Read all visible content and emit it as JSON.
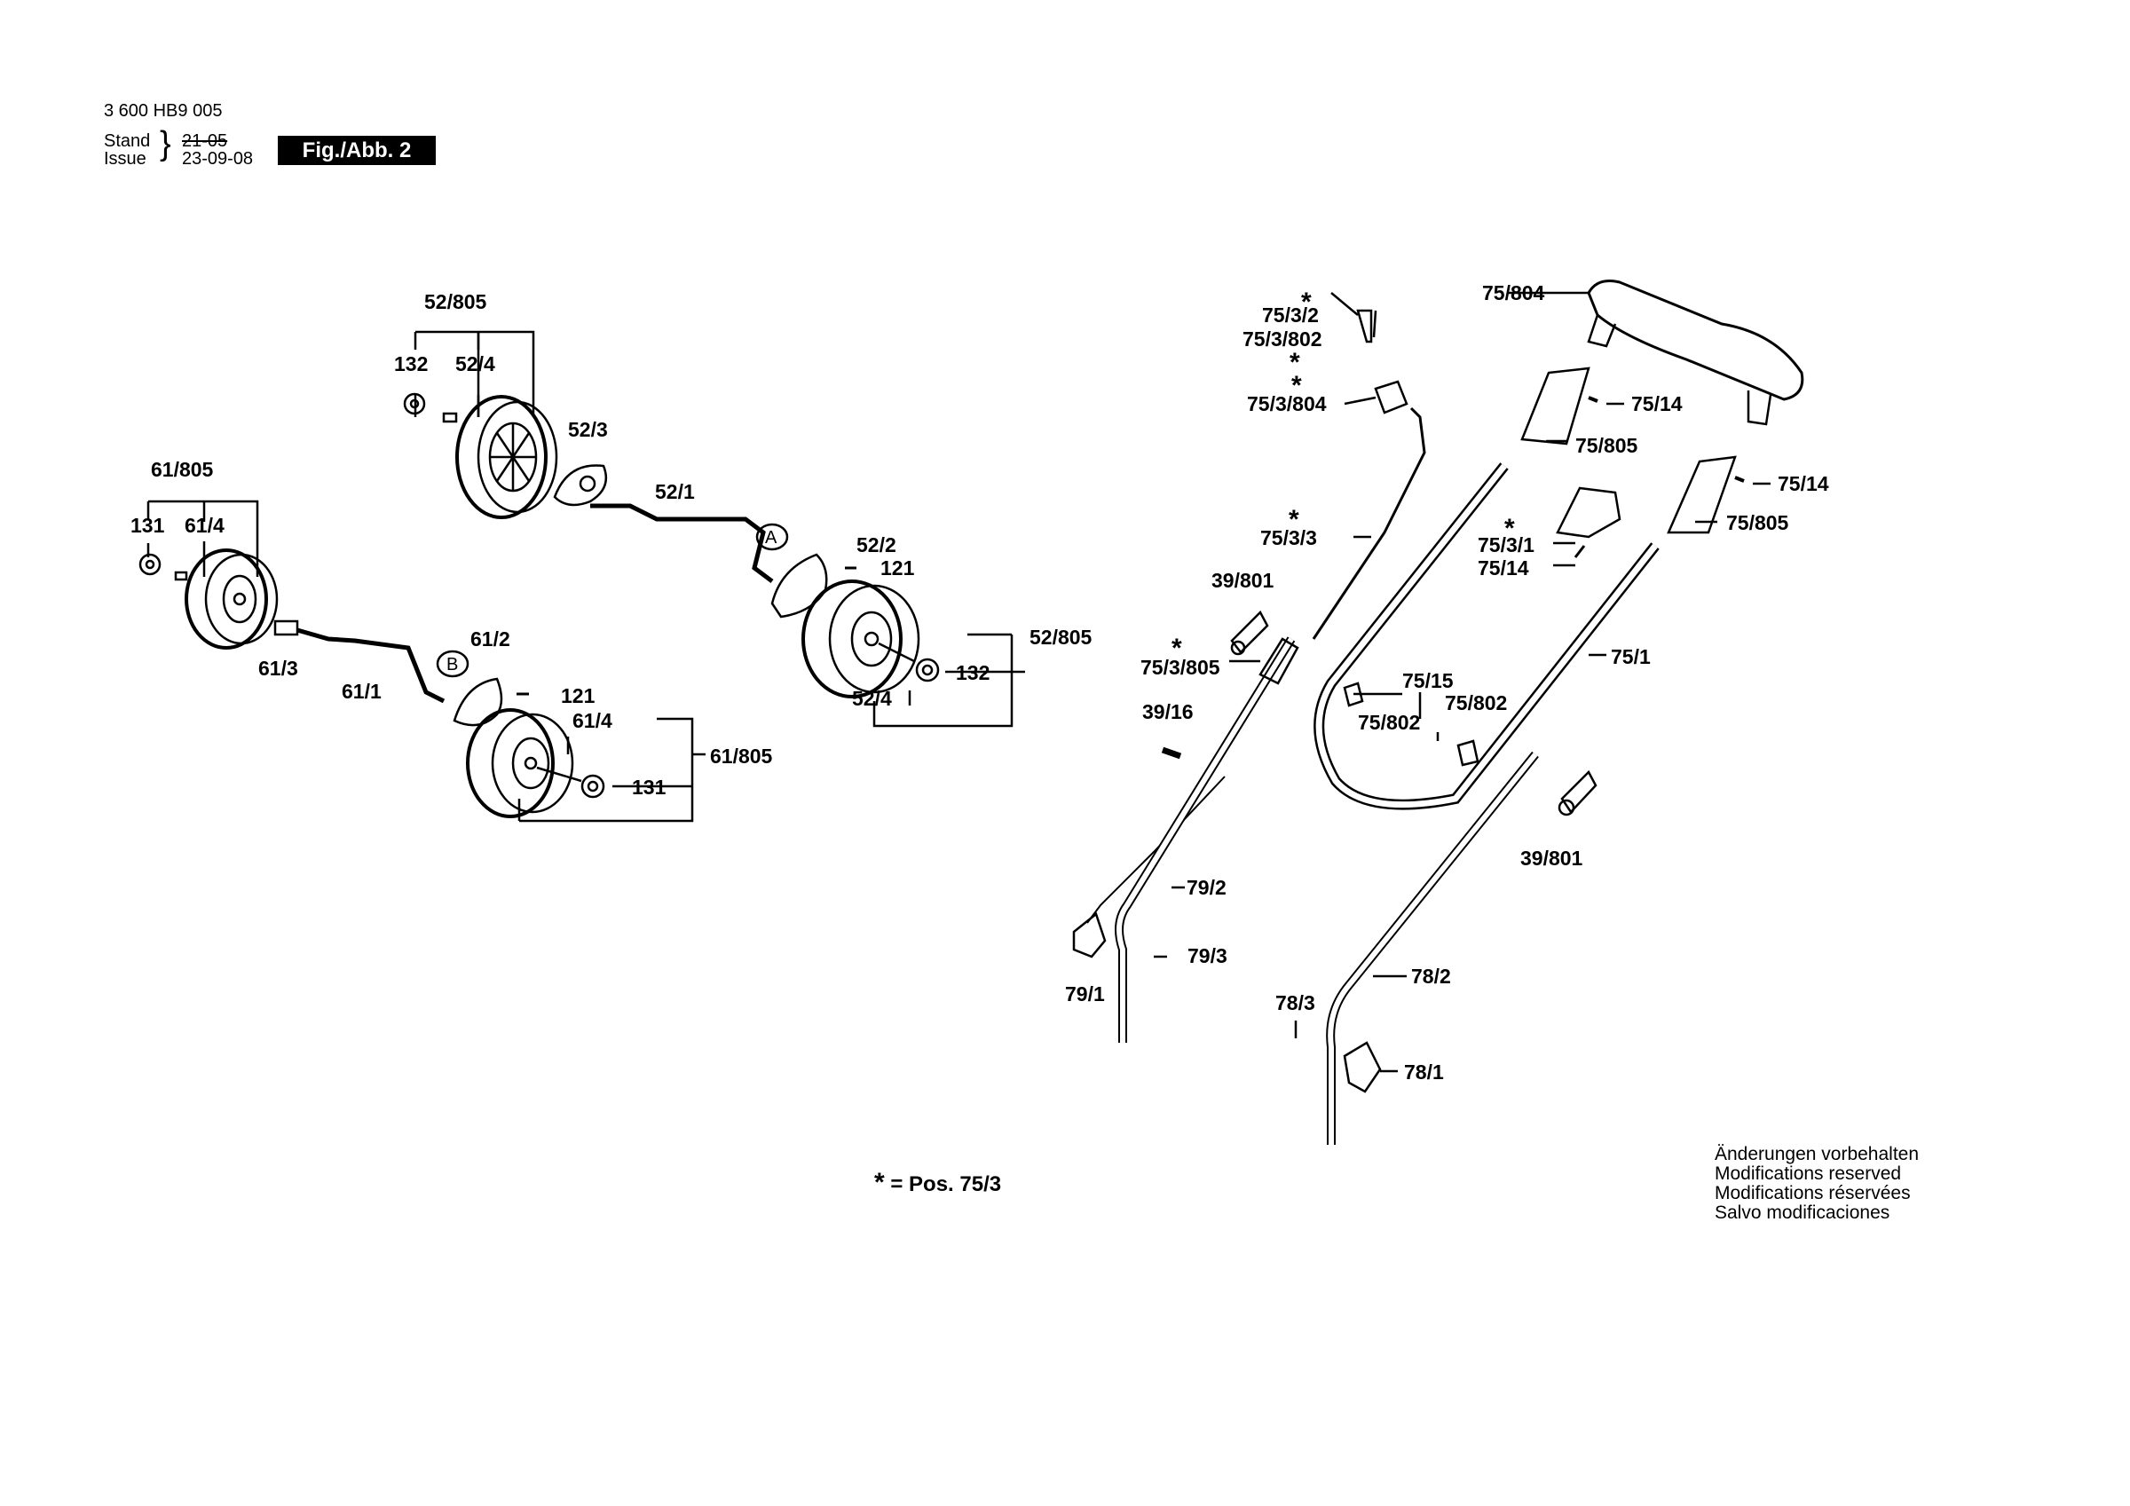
{
  "header": {
    "part_number": "3 600 HB9 005",
    "stand_label": "Stand",
    "issue_label": "Issue",
    "stand_date": "21-05",
    "issue_date": "23-09-08",
    "figure": "Fig./Abb. 2"
  },
  "footnote": {
    "star": "*",
    "text": "= Pos.  75/3"
  },
  "notice": [
    "Änderungen vorbehalten",
    "Modifications reserved",
    "Modifications réservées",
    "Salvo modificaciones"
  ],
  "callouts": {
    "a": "A",
    "b": "B"
  },
  "labels": {
    "l52_805_top": "52/805",
    "l132_top": "132",
    "l52_4_top": "52/4",
    "l52_3": "52/3",
    "l52_1": "52/1",
    "l52_2": "52/2",
    "l121_a": "121",
    "l52_805_right": "52/805",
    "l132_right": "132",
    "l52_4_bottom": "52/4",
    "l61_805_top": "61/805",
    "l131_top": "131",
    "l61_4_top": "61/4",
    "l61_3": "61/3",
    "l61_1": "61/1",
    "l61_2": "61/2",
    "l121_b": "121",
    "l61_4_bottom": "61/4",
    "l61_805_right": "61/805",
    "l131_bottom": "131",
    "l75_3_2": "75/3/2",
    "l75_3_802": "75/3/802",
    "l75_3_804": "75/3/804",
    "l75_3_3": "75/3/3",
    "l39_801_a": "39/801",
    "l75_3_805": "75/3/805",
    "l39_16": "39/16",
    "l79_2": "79/2",
    "l79_3": "79/3",
    "l79_1": "79/1",
    "l75_804": "75/804",
    "l75_14_a": "75/14",
    "l75_805_a": "75/805",
    "l75_14_b": "75/14",
    "l75_805_b": "75/805",
    "l75_3_1": "75/3/1",
    "l75_14_c": "75/14",
    "l75_1": "75/1",
    "l75_15": "75/15",
    "l75_802_a": "75/802",
    "l75_802_b": "75/802",
    "l39_801_b": "39/801",
    "l78_2": "78/2",
    "l78_3": "78/3",
    "l78_1": "78/1"
  },
  "star": "*"
}
